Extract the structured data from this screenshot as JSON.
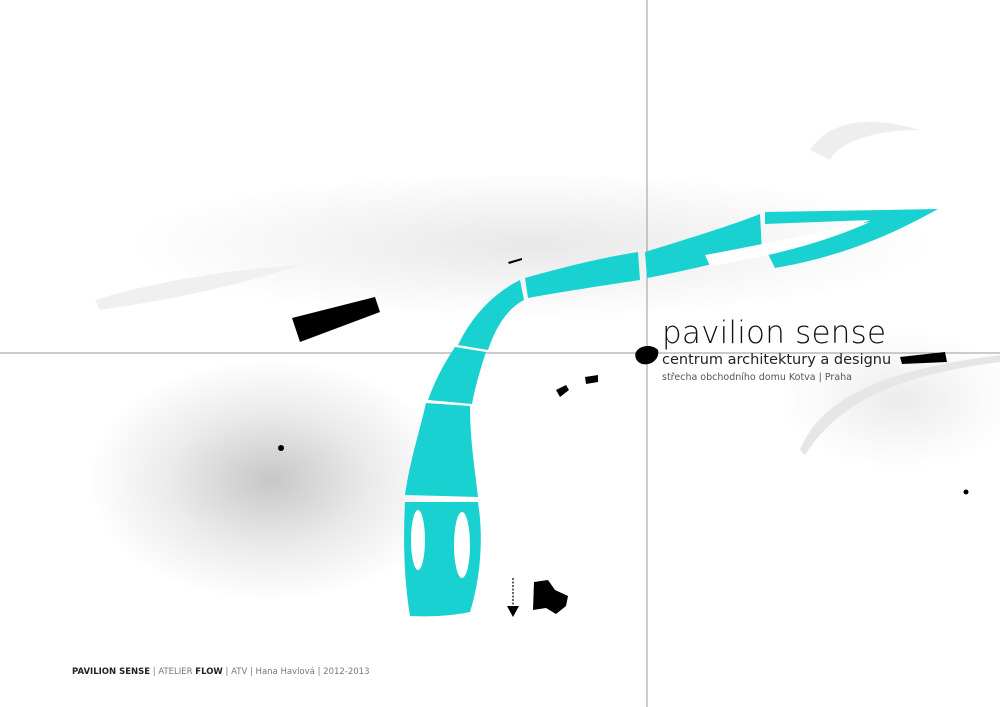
{
  "title": {
    "main": "pavilion sense",
    "subtitle": "centrum architektury a designu",
    "location": "střecha obchodního domu Kotva | Praha"
  },
  "footer": {
    "project": "PAVILION SENSE",
    "atelier_prefix": "ATELIER",
    "atelier_name": "FLOW",
    "school": "ATV",
    "author": "Hana Havlová",
    "years": "2012-2013",
    "separator": " | "
  },
  "colors": {
    "river": "#1ad1d1",
    "building": "#000000",
    "guide_line": "#999999",
    "text": "#111111"
  },
  "icons": {
    "north_arrow": "north-arrow-icon",
    "location_dot": "dot-marker-icon"
  }
}
